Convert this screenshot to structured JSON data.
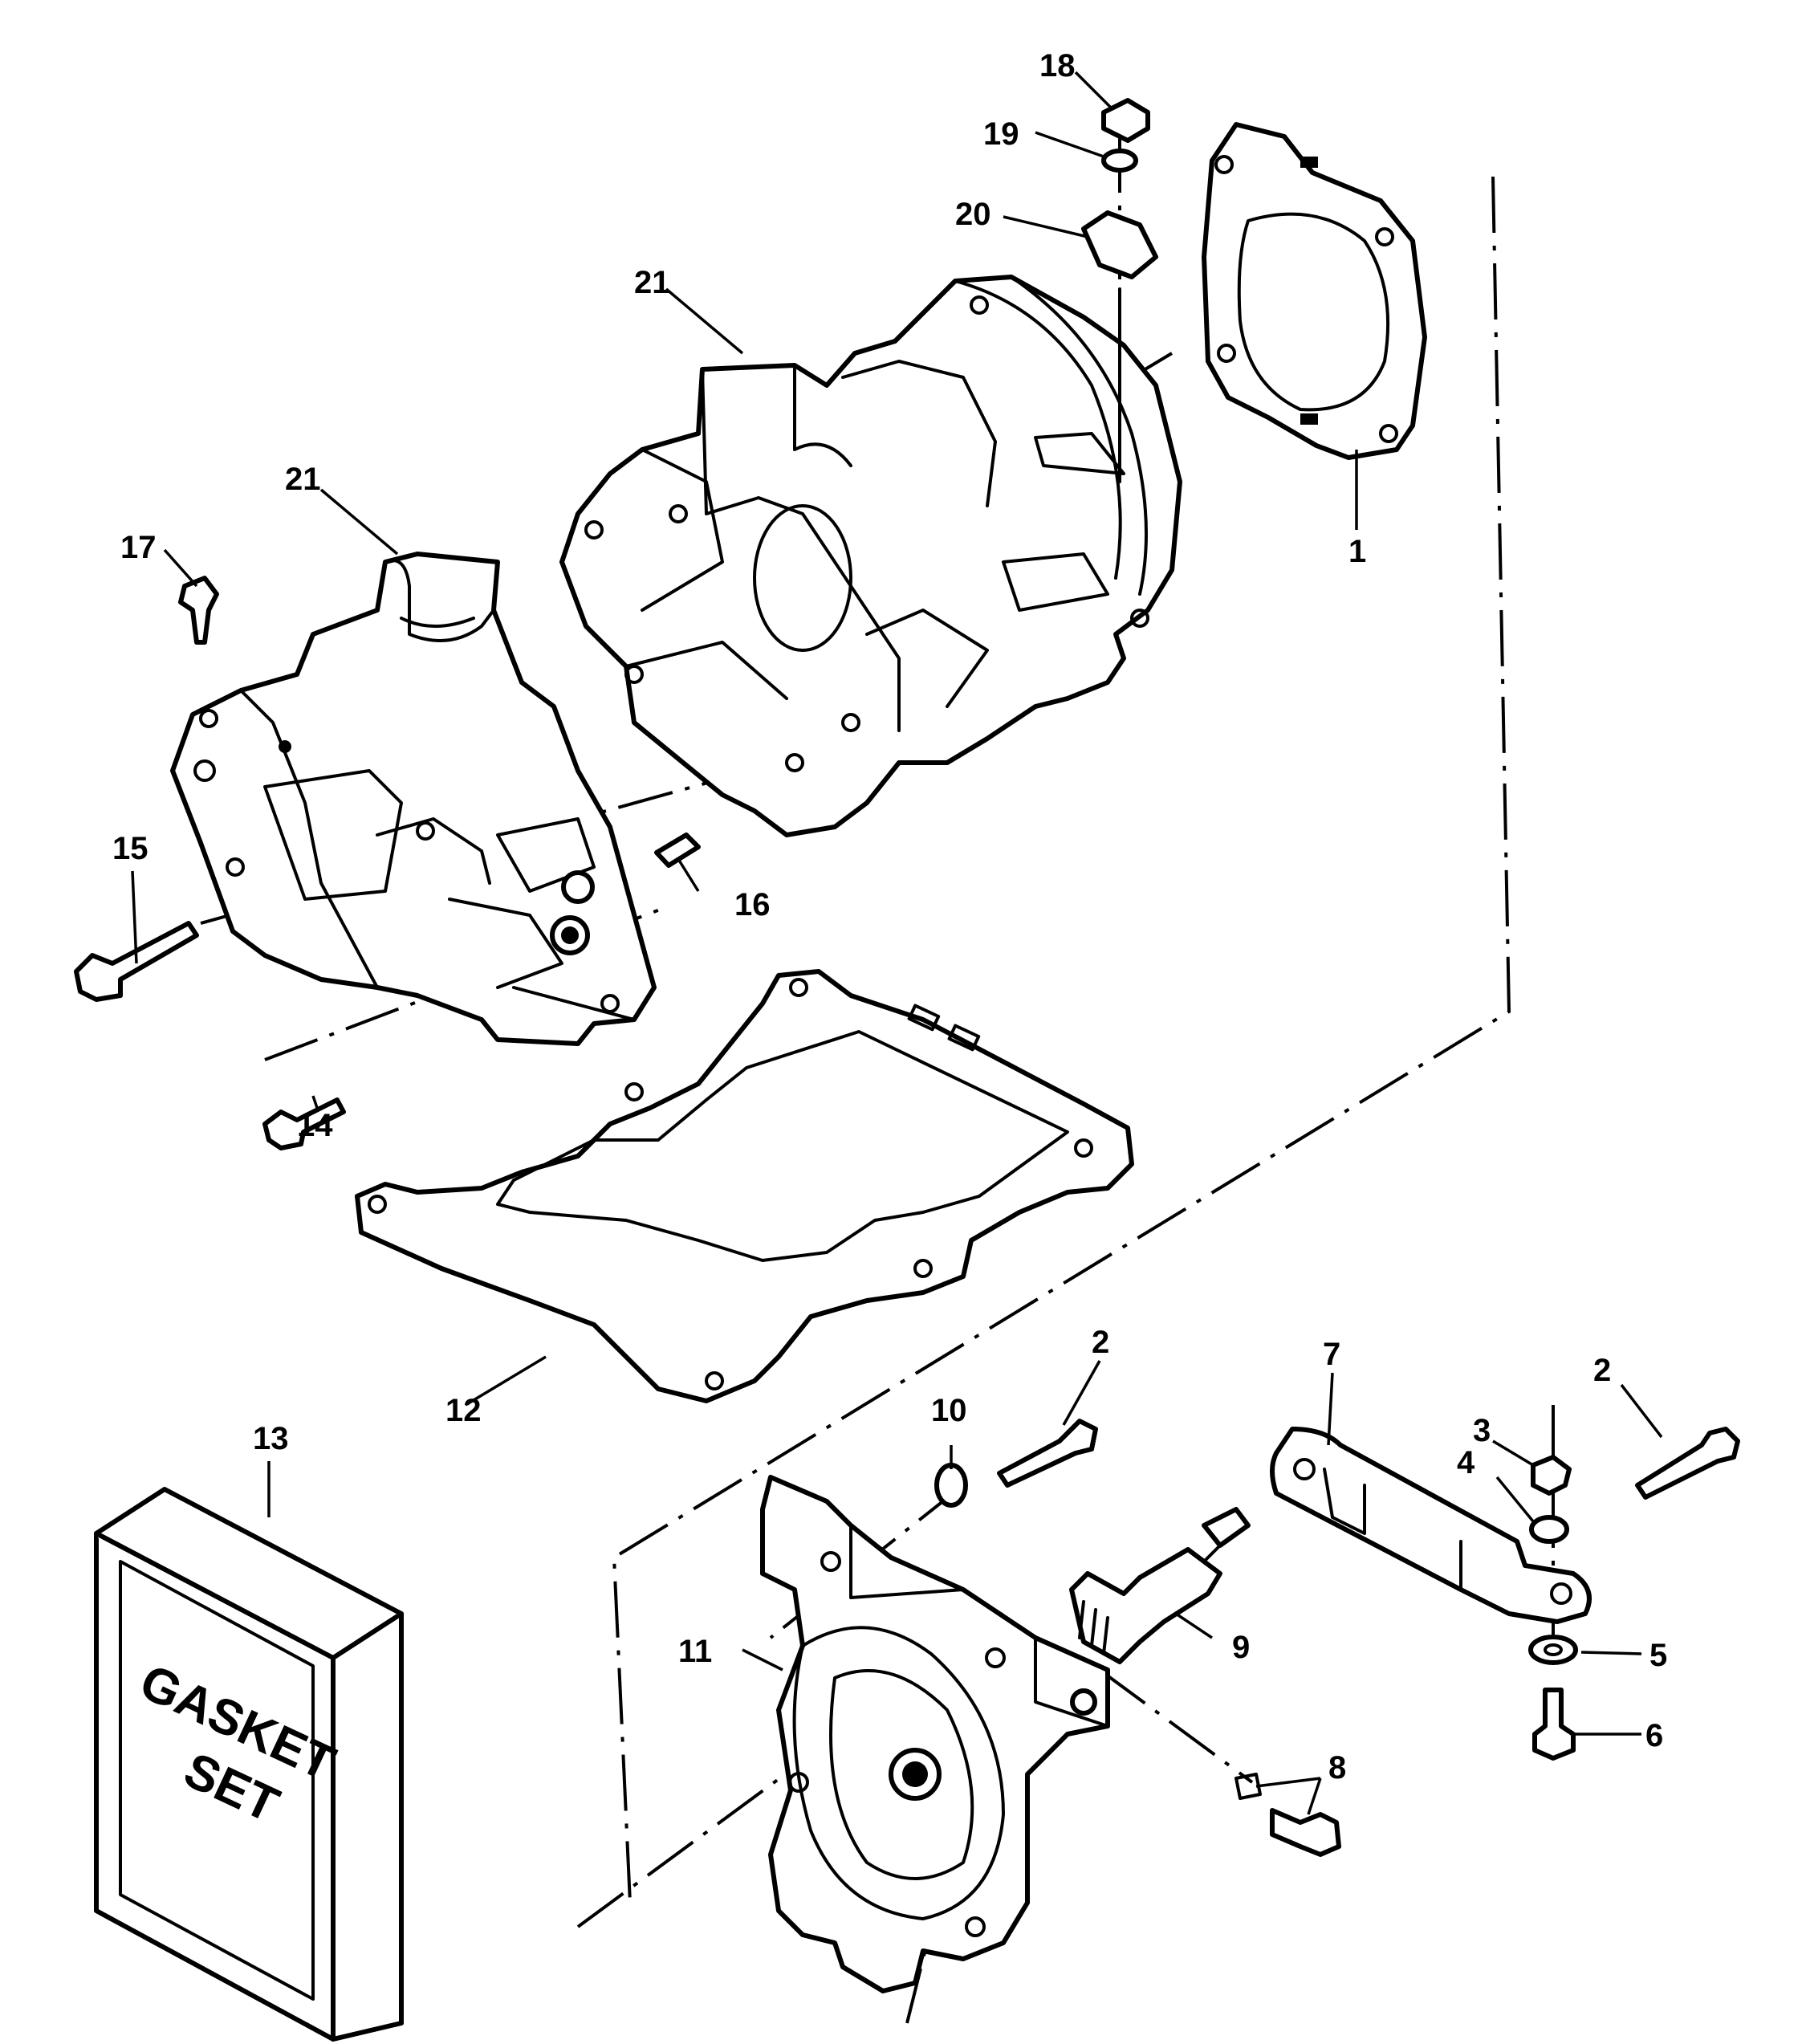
{
  "diagram": {
    "callouts": [
      {
        "id": "c1",
        "label": "1"
      },
      {
        "id": "c2a",
        "label": "2"
      },
      {
        "id": "c2b",
        "label": "2"
      },
      {
        "id": "c3",
        "label": "3"
      },
      {
        "id": "c4",
        "label": "4"
      },
      {
        "id": "c5",
        "label": "5"
      },
      {
        "id": "c6",
        "label": "6"
      },
      {
        "id": "c7",
        "label": "7"
      },
      {
        "id": "c8",
        "label": "8"
      },
      {
        "id": "c9",
        "label": "9"
      },
      {
        "id": "c10",
        "label": "10"
      },
      {
        "id": "c11",
        "label": "11"
      },
      {
        "id": "c12",
        "label": "12"
      },
      {
        "id": "c13",
        "label": "13"
      },
      {
        "id": "c14",
        "label": "14"
      },
      {
        "id": "c15",
        "label": "15"
      },
      {
        "id": "c16",
        "label": "16"
      },
      {
        "id": "c17",
        "label": "17"
      },
      {
        "id": "c18",
        "label": "18"
      },
      {
        "id": "c19",
        "label": "19"
      },
      {
        "id": "c20",
        "label": "20"
      },
      {
        "id": "c21a",
        "label": "21"
      },
      {
        "id": "c21b",
        "label": "21"
      }
    ],
    "gasket_set_box": {
      "line1": "GASKET",
      "line2": "SET"
    }
  }
}
